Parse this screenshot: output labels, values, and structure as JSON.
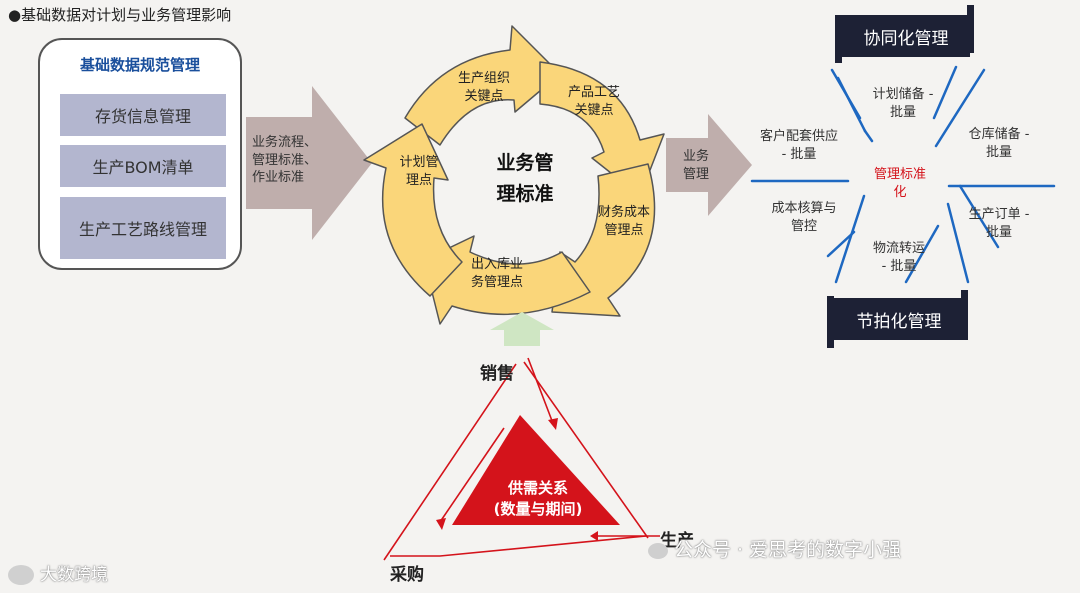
{
  "page_title": "●基础数据对计划与业务管理影响",
  "left_box": {
    "title": "基础数据规范管理",
    "items": [
      "存货信息管理",
      "生产BOM清单",
      "生产工艺路线管理"
    ]
  },
  "left_arrow_text": "业务流程、\n管理标准、\n作业标准",
  "cycle": {
    "center": "业务管\n理标准",
    "segments": [
      "生产组织\n关键点",
      "产品工艺\n关键点",
      "财务成本\n管理点",
      "出入库业\n务管理点",
      "计划管\n理点"
    ]
  },
  "right_arrow_text": "业务\n管理",
  "hex": {
    "center": "管理标准\n化",
    "labels": [
      "计划储备 -\n批量",
      "仓库储备 -\n批量",
      "生产订单 -\n批量",
      "物流转运\n- 批量",
      "成本核算与\n管控",
      "客户配套供应\n- 批量"
    ]
  },
  "tags": {
    "top": "协同化管理",
    "bottom": "节拍化管理"
  },
  "triangle": {
    "center": "供需关系\n(数量与期间)",
    "vertices": [
      "销售",
      "生产",
      "采购"
    ]
  },
  "watermarks": [
    "公众号 · 爱思考的数字小强",
    "大数跨境"
  ],
  "colors": {
    "cycle_fill": "#fad67a",
    "arrow_fill": "#bfaeac",
    "triangle_red": "#d4131b",
    "hex_line": "#1e68c1",
    "tag_bg": "#1d2135",
    "up_arrow": "#cfe6c3",
    "title_blue": "#1a4f9c"
  },
  "icons": [
    "bullet-icon",
    "cycle-arrow-icon",
    "gray-block-arrow-icon",
    "up-arrow-icon",
    "scroll-tag-icon",
    "wechat-icon",
    "weibo-icon"
  ]
}
